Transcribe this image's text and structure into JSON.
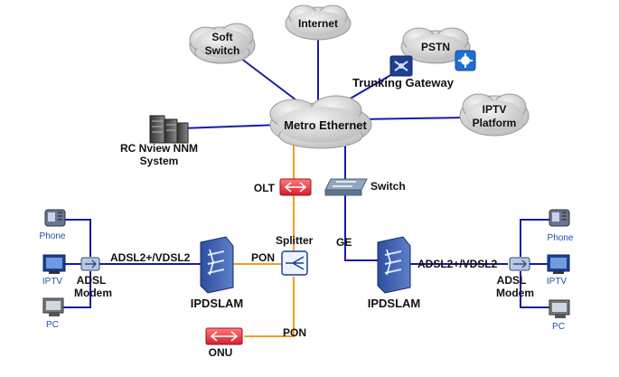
{
  "clouds": {
    "soft_switch_1": "Soft",
    "soft_switch_2": "Switch",
    "internet": "Internet",
    "pstn": "PSTN",
    "metro": "Metro Ethernet",
    "iptv_1": "IPTV",
    "iptv_2": "Platform"
  },
  "devices": {
    "trunking_gateway": "Trunking Gateway",
    "nnm_1": "RC Nview NNM",
    "nnm_2": "System",
    "olt": "OLT",
    "switch": "Switch",
    "splitter": "Splitter",
    "onu": "ONU",
    "ipdslam_left": "IPDSLAM",
    "ipdslam_right": "IPDSLAM"
  },
  "links": {
    "ge": "GE",
    "pon_upper": "PON",
    "pon_lower": "PON",
    "adsl_left": "ADSL2+/VDSL2",
    "adsl_right": "ADSL2+/VDSL2"
  },
  "left_cpe": {
    "phone": "Phone",
    "iptv": "IPTV",
    "pc": "PC",
    "modem_1": "ADSL",
    "modem_2": "Modem"
  },
  "right_cpe": {
    "phone": "Phone",
    "iptv": "IPTV",
    "pc": "PC",
    "modem_1": "ADSL",
    "modem_2": "Modem"
  },
  "colors": {
    "blue_link": "#1a1aa8",
    "pon_link": "#f0a020",
    "cloud_fill": "#d9d9d9",
    "dslam_blue": "#1f3f8f",
    "red_device": "#e0303a",
    "label_blue": "#1f4fa8"
  }
}
